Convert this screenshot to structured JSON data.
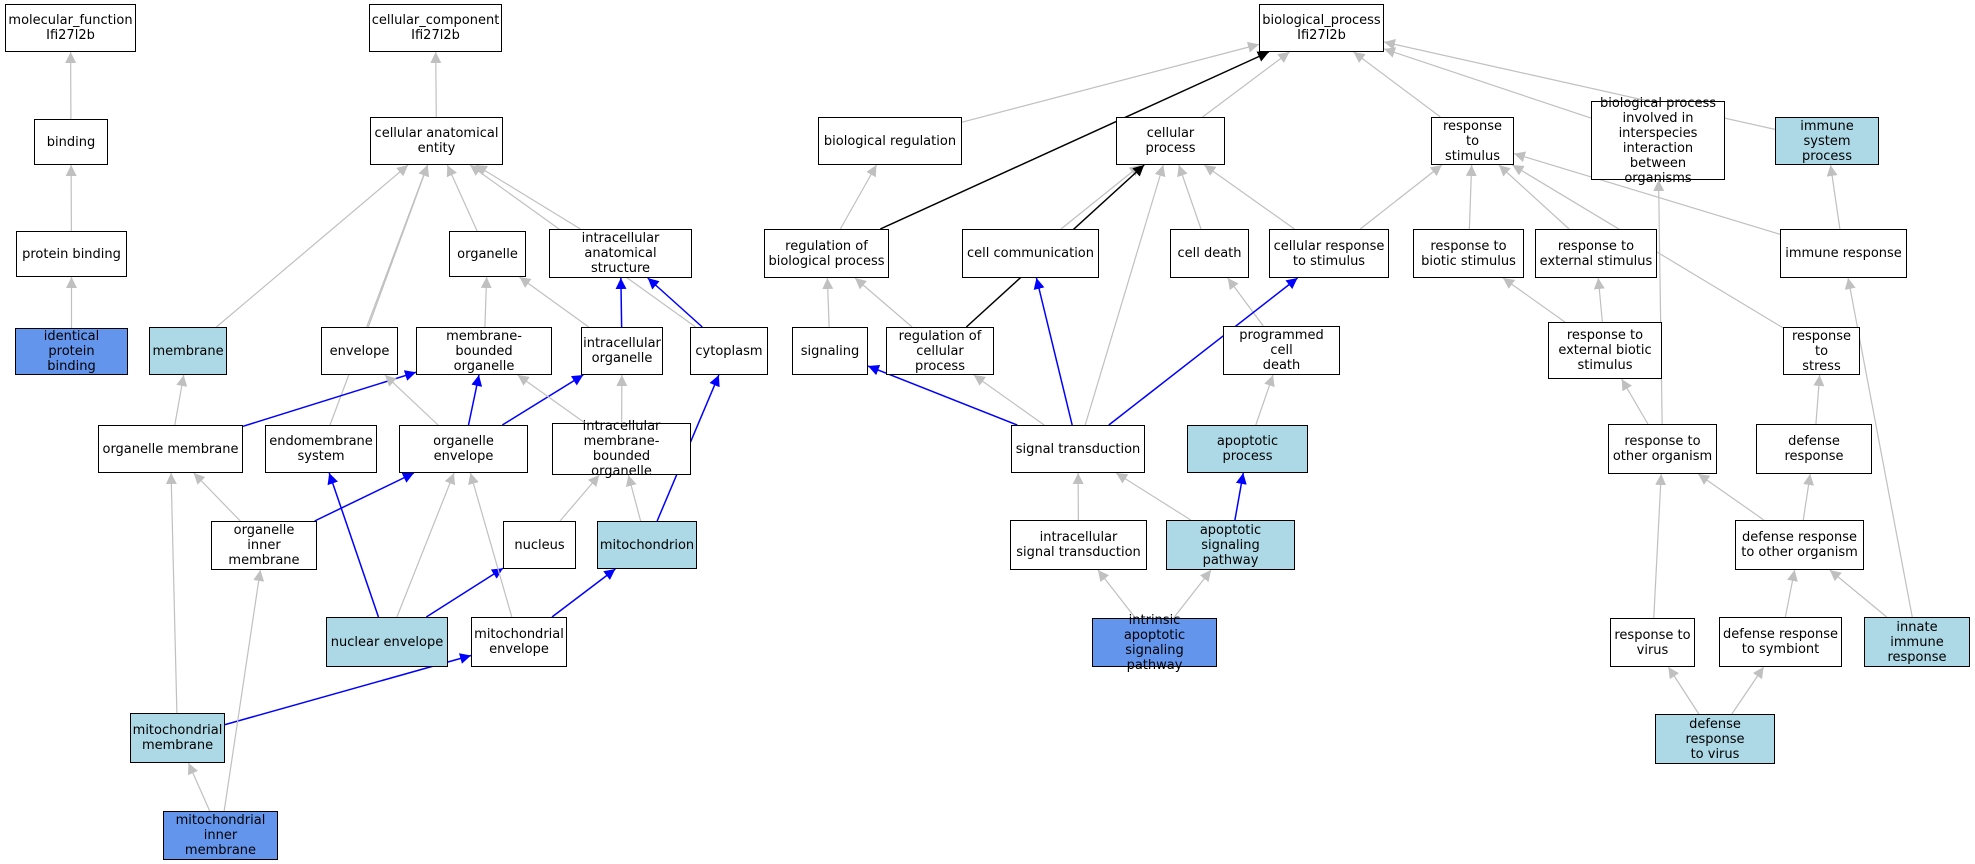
{
  "colors": {
    "light": "#add8e6",
    "dark": "#6495ed",
    "edge_gray": "#c0c0c0",
    "edge_blue": "#0000ff",
    "edge_black": "#000000"
  },
  "nodes": [
    {
      "id": "mf",
      "label": "molecular_function\nIfi27l2b",
      "fill": "white"
    },
    {
      "id": "binding",
      "label": "binding",
      "fill": "white"
    },
    {
      "id": "protein_binding",
      "label": "protein binding",
      "fill": "white"
    },
    {
      "id": "identical_protein_binding",
      "label": "identical protein\nbinding",
      "fill": "dark"
    },
    {
      "id": "cc",
      "label": "cellular_component\nIfi27l2b",
      "fill": "white"
    },
    {
      "id": "cae",
      "label": "cellular anatomical\nentity",
      "fill": "white"
    },
    {
      "id": "organelle",
      "label": "organelle",
      "fill": "white"
    },
    {
      "id": "ias",
      "label": "intracellular\nanatomical structure",
      "fill": "white"
    },
    {
      "id": "membrane",
      "label": "membrane",
      "fill": "light"
    },
    {
      "id": "envelope",
      "label": "envelope",
      "fill": "white"
    },
    {
      "id": "mbo",
      "label": "membrane-bounded\norganelle",
      "fill": "white"
    },
    {
      "id": "io",
      "label": "intracellular\norganelle",
      "fill": "white"
    },
    {
      "id": "cytoplasm",
      "label": "cytoplasm",
      "fill": "white"
    },
    {
      "id": "om",
      "label": "organelle membrane",
      "fill": "white"
    },
    {
      "id": "es",
      "label": "endomembrane\nsystem",
      "fill": "white"
    },
    {
      "id": "oe",
      "label": "organelle envelope",
      "fill": "white"
    },
    {
      "id": "imbo",
      "label": "intracellular\nmembrane-bounded\norganelle",
      "fill": "white"
    },
    {
      "id": "oim",
      "label": "organelle inner\nmembrane",
      "fill": "white"
    },
    {
      "id": "nucleus",
      "label": "nucleus",
      "fill": "white"
    },
    {
      "id": "mitochondrion",
      "label": "mitochondrion",
      "fill": "light"
    },
    {
      "id": "ne",
      "label": "nuclear envelope",
      "fill": "light"
    },
    {
      "id": "me",
      "label": "mitochondrial\nenvelope",
      "fill": "white"
    },
    {
      "id": "mm",
      "label": "mitochondrial\nmembrane",
      "fill": "light"
    },
    {
      "id": "mim",
      "label": "mitochondrial\ninner membrane",
      "fill": "dark"
    },
    {
      "id": "bp",
      "label": "biological_process\nIfi27l2b",
      "fill": "white"
    },
    {
      "id": "breg",
      "label": "biological regulation",
      "fill": "white"
    },
    {
      "id": "cp",
      "label": "cellular process",
      "fill": "white"
    },
    {
      "id": "rts",
      "label": "response to\nstimulus",
      "fill": "white"
    },
    {
      "id": "bpii",
      "label": "biological process\ninvolved in\ninterspecies\ninteraction\nbetween organisms",
      "fill": "white"
    },
    {
      "id": "isp",
      "label": "immune system\nprocess",
      "fill": "light"
    },
    {
      "id": "rbp",
      "label": "regulation of\nbiological process",
      "fill": "white"
    },
    {
      "id": "cc2",
      "label": "cell communication",
      "fill": "white"
    },
    {
      "id": "cd",
      "label": "cell death",
      "fill": "white"
    },
    {
      "id": "crs",
      "label": "cellular response\nto stimulus",
      "fill": "white"
    },
    {
      "id": "rbs",
      "label": "response to\nbiotic stimulus",
      "fill": "white"
    },
    {
      "id": "res",
      "label": "response to\nexternal stimulus",
      "fill": "white"
    },
    {
      "id": "ir",
      "label": "immune response",
      "fill": "white"
    },
    {
      "id": "signaling",
      "label": "signaling",
      "fill": "white"
    },
    {
      "id": "rcp",
      "label": "regulation of\ncellular process",
      "fill": "white"
    },
    {
      "id": "pcd",
      "label": "programmed cell\ndeath",
      "fill": "white"
    },
    {
      "id": "rebs",
      "label": "response to\nexternal biotic\nstimulus",
      "fill": "white"
    },
    {
      "id": "rstress",
      "label": "response to\nstress",
      "fill": "white"
    },
    {
      "id": "st",
      "label": "signal transduction",
      "fill": "white"
    },
    {
      "id": "ap",
      "label": "apoptotic process",
      "fill": "light"
    },
    {
      "id": "rto",
      "label": "response to\nother organism",
      "fill": "white"
    },
    {
      "id": "dr",
      "label": "defense response",
      "fill": "white"
    },
    {
      "id": "ist",
      "label": "intracellular\nsignal transduction",
      "fill": "white"
    },
    {
      "id": "asp",
      "label": "apoptotic signaling\npathway",
      "fill": "light"
    },
    {
      "id": "drto",
      "label": "defense response\nto other organism",
      "fill": "white"
    },
    {
      "id": "iasp",
      "label": "intrinsic apoptotic\nsignaling pathway",
      "fill": "dark"
    },
    {
      "id": "rtv",
      "label": "response to\nvirus",
      "fill": "white"
    },
    {
      "id": "drts",
      "label": "defense response\nto symbiont",
      "fill": "white"
    },
    {
      "id": "iir",
      "label": "innate immune\nresponse",
      "fill": "light"
    },
    {
      "id": "drtv",
      "label": "defense response\nto virus",
      "fill": "light"
    }
  ],
  "edges": [
    {
      "from": "binding",
      "to": "mf",
      "color": "gray"
    },
    {
      "from": "protein_binding",
      "to": "binding",
      "color": "gray"
    },
    {
      "from": "identical_protein_binding",
      "to": "protein_binding",
      "color": "gray"
    },
    {
      "from": "cae",
      "to": "cc",
      "color": "gray"
    },
    {
      "from": "organelle",
      "to": "cae",
      "color": "gray"
    },
    {
      "from": "ias",
      "to": "cae",
      "color": "gray"
    },
    {
      "from": "membrane",
      "to": "cae",
      "color": "gray"
    },
    {
      "from": "envelope",
      "to": "cae",
      "color": "gray"
    },
    {
      "from": "es",
      "to": "cae",
      "color": "gray"
    },
    {
      "from": "cytoplasm",
      "to": "cae",
      "color": "gray"
    },
    {
      "from": "mbo",
      "to": "organelle",
      "color": "gray"
    },
    {
      "from": "io",
      "to": "organelle",
      "color": "gray"
    },
    {
      "from": "io",
      "to": "ias",
      "color": "blue"
    },
    {
      "from": "cytoplasm",
      "to": "ias",
      "color": "blue"
    },
    {
      "from": "om",
      "to": "membrane",
      "color": "gray"
    },
    {
      "from": "om",
      "to": "mbo",
      "color": "blue"
    },
    {
      "from": "oe",
      "to": "envelope",
      "color": "gray"
    },
    {
      "from": "oe",
      "to": "mbo",
      "color": "blue"
    },
    {
      "from": "oe",
      "to": "io",
      "color": "blue"
    },
    {
      "from": "imbo",
      "to": "mbo",
      "color": "gray"
    },
    {
      "from": "imbo",
      "to": "io",
      "color": "gray"
    },
    {
      "from": "mitochondrion",
      "to": "cytoplasm",
      "color": "blue"
    },
    {
      "from": "oim",
      "to": "om",
      "color": "gray"
    },
    {
      "from": "oim",
      "to": "oe",
      "color": "blue"
    },
    {
      "from": "nucleus",
      "to": "imbo",
      "color": "gray"
    },
    {
      "from": "mitochondrion",
      "to": "imbo",
      "color": "gray"
    },
    {
      "from": "ne",
      "to": "es",
      "color": "blue"
    },
    {
      "from": "ne",
      "to": "oe",
      "color": "gray"
    },
    {
      "from": "ne",
      "to": "nucleus",
      "color": "blue"
    },
    {
      "from": "me",
      "to": "oe",
      "color": "gray"
    },
    {
      "from": "me",
      "to": "mitochondrion",
      "color": "blue"
    },
    {
      "from": "mm",
      "to": "om",
      "color": "gray"
    },
    {
      "from": "mm",
      "to": "me",
      "color": "blue"
    },
    {
      "from": "mim",
      "to": "mm",
      "color": "gray"
    },
    {
      "from": "mim",
      "to": "oim",
      "color": "gray"
    },
    {
      "from": "breg",
      "to": "bp",
      "color": "gray"
    },
    {
      "from": "cp",
      "to": "bp",
      "color": "gray"
    },
    {
      "from": "rts",
      "to": "bp",
      "color": "gray"
    },
    {
      "from": "bpii",
      "to": "bp",
      "color": "gray"
    },
    {
      "from": "isp",
      "to": "bp",
      "color": "gray"
    },
    {
      "from": "rbp",
      "to": "breg",
      "color": "gray"
    },
    {
      "from": "rbp",
      "to": "bp",
      "color": "black"
    },
    {
      "from": "cc2",
      "to": "cp",
      "color": "gray"
    },
    {
      "from": "cd",
      "to": "cp",
      "color": "gray"
    },
    {
      "from": "crs",
      "to": "cp",
      "color": "gray"
    },
    {
      "from": "crs",
      "to": "rts",
      "color": "gray"
    },
    {
      "from": "rbs",
      "to": "rts",
      "color": "gray"
    },
    {
      "from": "res",
      "to": "rts",
      "color": "gray"
    },
    {
      "from": "ir",
      "to": "isp",
      "color": "gray"
    },
    {
      "from": "ir",
      "to": "rts",
      "color": "gray"
    },
    {
      "from": "signaling",
      "to": "rbp",
      "color": "gray"
    },
    {
      "from": "rcp",
      "to": "rbp",
      "color": "gray"
    },
    {
      "from": "rcp",
      "to": "cp",
      "color": "black"
    },
    {
      "from": "pcd",
      "to": "cd",
      "color": "gray"
    },
    {
      "from": "rebs",
      "to": "rbs",
      "color": "gray"
    },
    {
      "from": "rebs",
      "to": "res",
      "color": "gray"
    },
    {
      "from": "rstress",
      "to": "rts",
      "color": "gray"
    },
    {
      "from": "st",
      "to": "signaling",
      "color": "blue"
    },
    {
      "from": "st",
      "to": "rcp",
      "color": "gray"
    },
    {
      "from": "st",
      "to": "cc2",
      "color": "blue"
    },
    {
      "from": "st",
      "to": "cp",
      "color": "gray"
    },
    {
      "from": "st",
      "to": "crs",
      "color": "blue"
    },
    {
      "from": "ap",
      "to": "pcd",
      "color": "gray"
    },
    {
      "from": "rto",
      "to": "rebs",
      "color": "gray"
    },
    {
      "from": "rto",
      "to": "bpii",
      "color": "gray"
    },
    {
      "from": "dr",
      "to": "rstress",
      "color": "gray"
    },
    {
      "from": "ist",
      "to": "st",
      "color": "gray"
    },
    {
      "from": "asp",
      "to": "st",
      "color": "gray"
    },
    {
      "from": "asp",
      "to": "ap",
      "color": "blue"
    },
    {
      "from": "drto",
      "to": "rto",
      "color": "gray"
    },
    {
      "from": "drto",
      "to": "dr",
      "color": "gray"
    },
    {
      "from": "iasp",
      "to": "ist",
      "color": "gray"
    },
    {
      "from": "iasp",
      "to": "asp",
      "color": "gray"
    },
    {
      "from": "rtv",
      "to": "rto",
      "color": "gray"
    },
    {
      "from": "drts",
      "to": "drto",
      "color": "gray"
    },
    {
      "from": "iir",
      "to": "drto",
      "color": "gray"
    },
    {
      "from": "iir",
      "to": "ir",
      "color": "gray"
    },
    {
      "from": "drtv",
      "to": "rtv",
      "color": "gray"
    },
    {
      "from": "drtv",
      "to": "drts",
      "color": "gray"
    }
  ]
}
